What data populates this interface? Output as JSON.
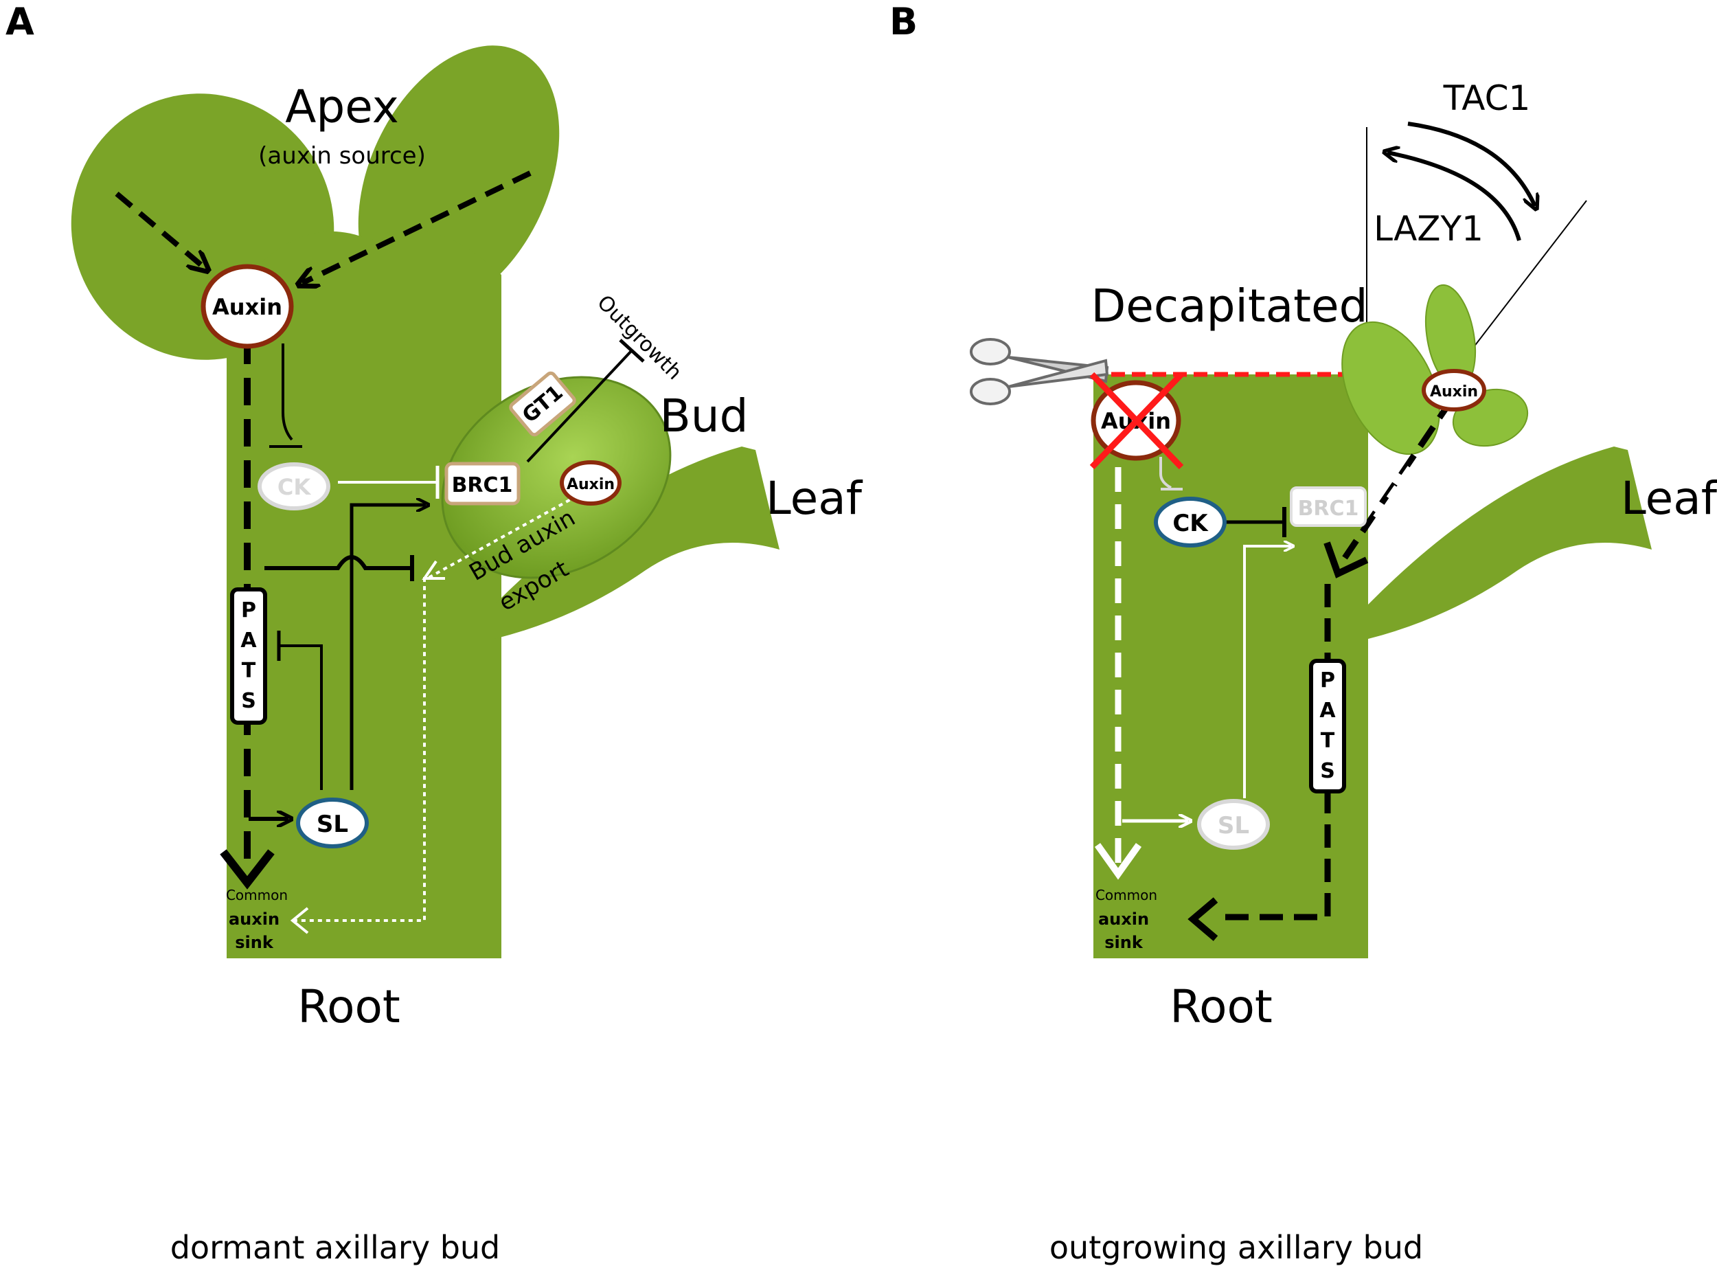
{
  "panel_a": {
    "letter": "A",
    "apex_label": "Apex",
    "apex_sub": "(auxin source)",
    "auxin_label": "Auxin",
    "ck_label": "CK",
    "brc1_label": "BRC1",
    "gt1_label": "GT1",
    "bud_auxin_label": "Auxin",
    "outgrowth_label": "Outgrowth",
    "bud_label": "Bud",
    "leaf_label": "Leaf",
    "bud_export_line1": "Bud auxin",
    "bud_export_line2": "export",
    "pats_letters": [
      "P",
      "A",
      "T",
      "S"
    ],
    "sl_label": "SL",
    "sink_line1": "Common",
    "sink_line2": "auxin",
    "sink_line3": "sink",
    "root_label": "Root",
    "caption": "dormant axillary bud"
  },
  "panel_b": {
    "letter": "B",
    "decapitated_label": "Decapitated",
    "auxin_label": "Auxin",
    "ck_label": "CK",
    "brc1_label": "BRC1",
    "bud_auxin_label": "Auxin",
    "tac1_label": "TAC1",
    "lazy1_label": "LAZY1",
    "leaf_label": "Leaf",
    "pats_letters": [
      "P",
      "A",
      "T",
      "S"
    ],
    "sl_label": "SL",
    "sink_line1": "Common",
    "sink_line2": "auxin",
    "sink_line3": "sink",
    "root_label": "Root",
    "caption": "outgrowing axillary bud"
  },
  "colors": {
    "plant_green": "#7ba428",
    "bud_green": "#8dc03a",
    "auxin_ring": "#8b2a0c",
    "sl_ring": "#1f5f86",
    "inactive_gray": "#d8d8d8",
    "cut_red": "#ff1a1a"
  }
}
